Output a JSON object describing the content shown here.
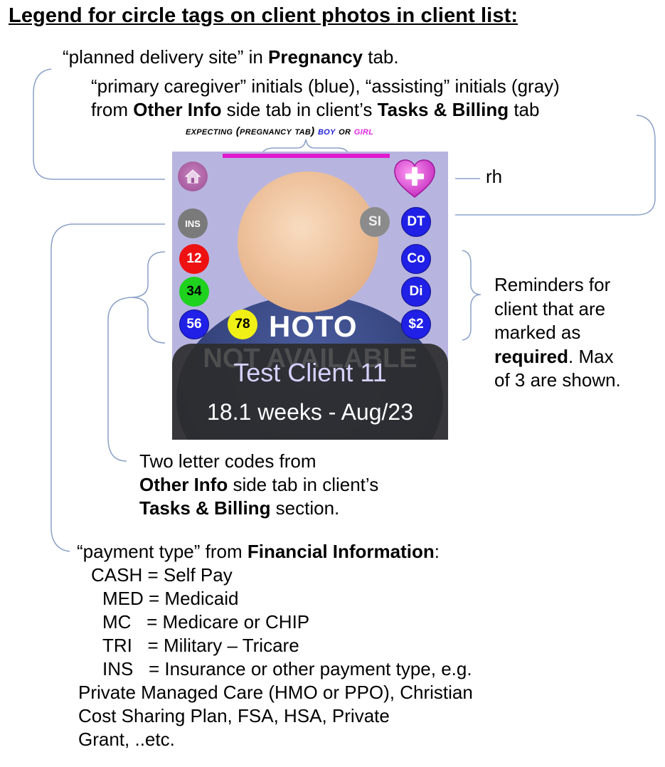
{
  "title": "Legend for circle tags on client photos in client list:",
  "notes": {
    "delivery_site": {
      "pre": "“planned delivery site” in ",
      "bold": "Pregnancy",
      "post": " tab."
    },
    "caregiver_line1": "“primary caregiver” initials (blue), “assisting” initials (gray)",
    "caregiver_line2": {
      "pre": "from ",
      "bold1": "Other Info",
      "mid": " side tab in client’s ",
      "bold2": "Tasks & Billing",
      "post": " tab"
    },
    "expecting": {
      "pre": "expecting (pregnancy tab) ",
      "boy": "boy",
      "or": " or ",
      "girl": "girl"
    },
    "rh": "rh",
    "reminders": {
      "l1": "Reminders for",
      "l2": "client that are",
      "l3": "marked as",
      "bold": "required",
      "l4_post": ". Max",
      "l5": "of 3 are shown."
    },
    "two_letter": {
      "l1": "Two letter codes from",
      "l2_bold": "Other Info",
      "l2_post": " side tab in client’s",
      "l3_bold": "Tasks & Billing",
      "l3_post": " section."
    },
    "payment": {
      "pre": "“payment type” from ",
      "bold": "Financial Information",
      "post": ":",
      "cash": "CASH = Self Pay",
      "med": "MED = Medicaid",
      "mc": "MC   = Medicare or CHIP",
      "tri": "TRI   = Military – Tricare",
      "ins": "INS   = Insurance or other payment type, e.g.",
      "l6": "Private Managed Care (HMO or PPO), Christian",
      "l7": "Cost Sharing Plan, FSA, HSA, Private",
      "l8": "Grant, ..etc."
    }
  },
  "card": {
    "photo_text": "HOTO",
    "not_available": "NOT AVAILABLE",
    "client_name": "Test Client 11",
    "client_weeks": "18.1 weeks - Aug/23",
    "tags": {
      "ins": "INS",
      "si": "SI",
      "dt": "DT",
      "r1": "12",
      "r2": "34",
      "r3": "56",
      "r4": "78",
      "c1": "Co",
      "c2": "Di",
      "c3": "$2"
    },
    "icons": [
      "home-icon",
      "heart-plus-icon"
    ]
  },
  "colors": {
    "boy": "#1f1fd6",
    "girl": "#e02adf",
    "card_bg": "#b7b5e0",
    "tag_blue": "#2020e6",
    "tag_red": "#ee1111",
    "tag_green": "#1ed21e",
    "tag_yellow": "#f0f016",
    "tag_gray": "#8b8b8b",
    "line": "#8aa0c8"
  }
}
